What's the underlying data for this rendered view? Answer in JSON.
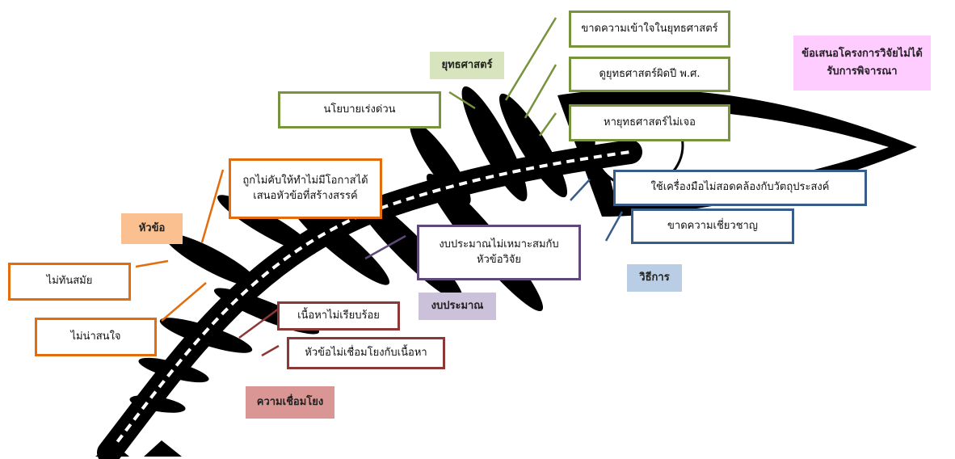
{
  "problem": {
    "text": "ข้อเสนอโครงการวิจัยไม่ได้\nรับการพิจารณา",
    "color": "#ffccff"
  },
  "categories": [
    {
      "id": "strategy",
      "label": "ยุทธศาสตร์",
      "color": "#d7e4bd"
    },
    {
      "id": "topic",
      "label": "หัวข้อ",
      "color": "#fac090"
    },
    {
      "id": "method",
      "label": "วิธีการ",
      "color": "#b9cde5"
    },
    {
      "id": "budget",
      "label": "งบประมาณ",
      "color": "#ccc1da"
    },
    {
      "id": "connection",
      "label": "ความเชื่อมโยง",
      "color": "#d99694"
    }
  ],
  "causes": {
    "strategy": [
      "ขาดความเข้าใจในยุทธศาสตร์",
      "ดูยุทธศาสตร์ผิดปี  พ.ศ.",
      "หายุทธศาสตร์ไม่เจอ",
      "นโยบายเร่งด่วน"
    ],
    "topic": [
      "ถูกไม่คับให้ทำไม่มีโอกาสได้\nเสนอหัวข้อที่สร้างสรรค์",
      "ไม่ทันสมัย",
      "ไม่น่าสนใจ"
    ],
    "method": [
      "ใช้เครื่องมือไม่สอดคล้องกับวัตถุประสงค์",
      "ขาดความเชี่ยวชาญ"
    ],
    "budget": [
      "งบประมาณไม่เหมาะสมกับ\nหัวข้อวิจัย"
    ],
    "connection": [
      "เนื้อหาไม่เรียบร้อย",
      "หัวข้อไม่เชื่อมโยงกับเนื้อหา"
    ]
  },
  "colors": {
    "green": "#77933c",
    "orange": "#e46c0a",
    "blue": "#385d8a",
    "purple": "#5f497a",
    "red": "#8c3836"
  }
}
